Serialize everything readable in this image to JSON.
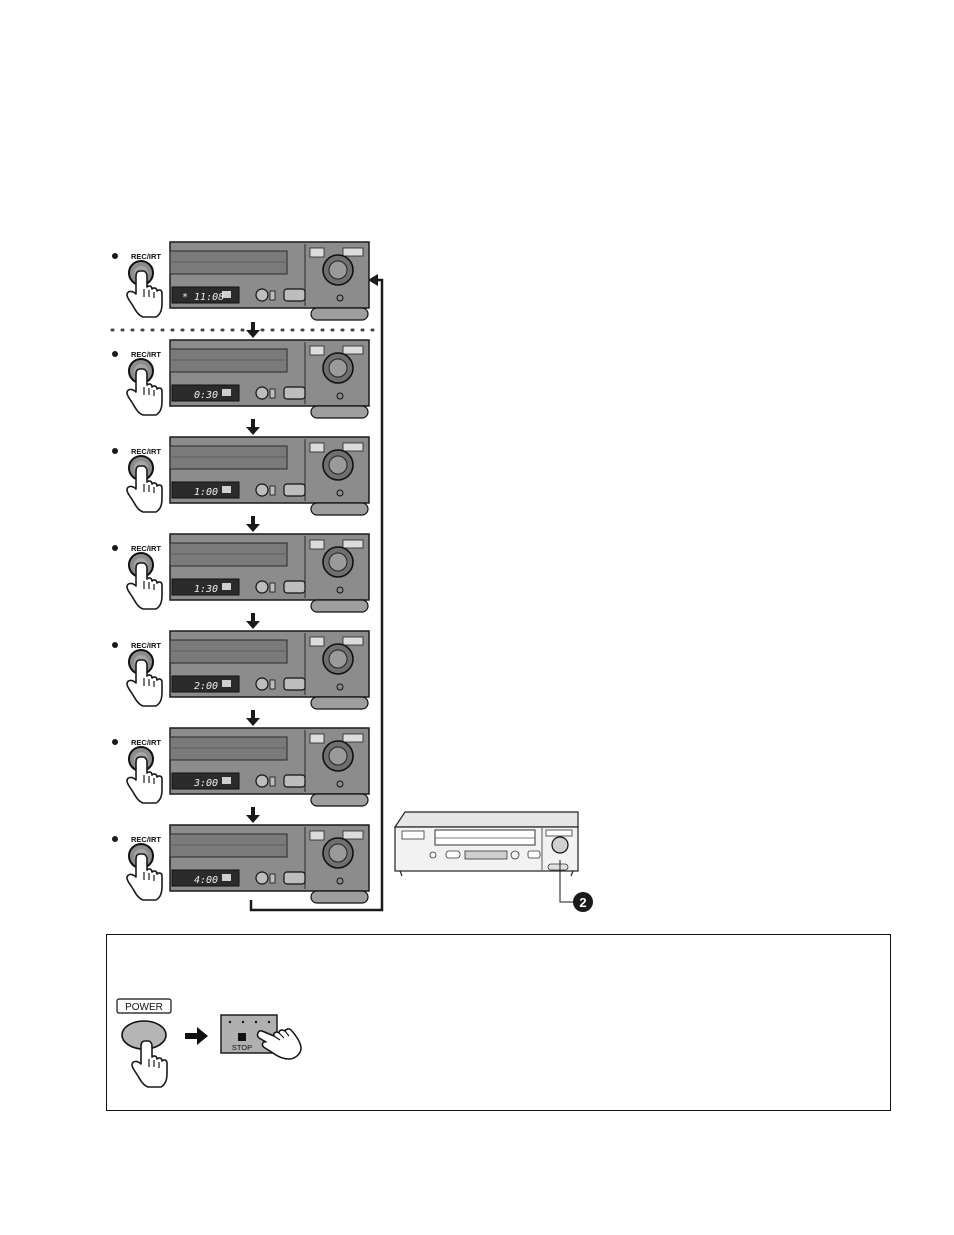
{
  "steps": [
    {
      "button_label": "REC/IRT",
      "display": "* 11:08"
    },
    {
      "button_label": "REC/IRT",
      "display": "0:30"
    },
    {
      "button_label": "REC/IRT",
      "display": "1:00"
    },
    {
      "button_label": "REC/IRT",
      "display": "1:30"
    },
    {
      "button_label": "REC/IRT",
      "display": "2:00"
    },
    {
      "button_label": "REC/IRT",
      "display": "3:00"
    },
    {
      "button_label": "REC/IRT",
      "display": "4:00"
    }
  ],
  "callout_number": "2",
  "stop_box": {
    "power_label": "POWER",
    "stop_label": "STOP"
  },
  "colors": {
    "panel": "#8c8c8c",
    "panel_dark": "#5e5e5e",
    "display": "#2b2b2b",
    "ink": "#1a1a1a"
  }
}
